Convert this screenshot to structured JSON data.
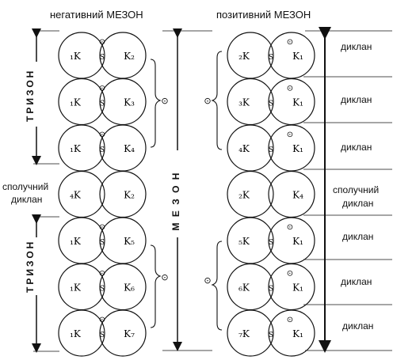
{
  "headers": {
    "negative": "негативний МЕЗОН",
    "positive": "позитивний МЕЗОН"
  },
  "vertical": {
    "trizon_top": "ТРИЗОН",
    "trizon_bottom": "ТРИЗОН",
    "mezon": "М Е З О Н"
  },
  "left_side": {
    "connect_1": "сполучний",
    "connect_2": "диклан"
  },
  "right_labels": [
    "диклан",
    "диклан",
    "диклан",
    "сполучний",
    "диклан",
    "диклан",
    "диклан",
    "диклан"
  ],
  "sign": "⊙",
  "shared_label": "S",
  "negative_column": [
    {
      "left": "₁K",
      "right": "K₂"
    },
    {
      "left": "₁K",
      "right": "K₃"
    },
    {
      "left": "₁K",
      "right": "K₄"
    },
    {
      "left": "₄K",
      "right": "K₂"
    },
    {
      "left": "₁K",
      "right": "K₅"
    },
    {
      "left": "₁K",
      "right": "K₆"
    },
    {
      "left": "₁K",
      "right": "K₇"
    }
  ],
  "positive_column": [
    {
      "left": "₂K",
      "right": "K₁"
    },
    {
      "left": "₃K",
      "right": "K₁"
    },
    {
      "left": "₄K",
      "right": "K₁"
    },
    {
      "left": "₂K",
      "right": "K₄"
    },
    {
      "left": "₅K",
      "right": "K₁"
    },
    {
      "left": "₆K",
      "right": "K₁"
    },
    {
      "left": "₇K",
      "right": "K₁"
    }
  ]
}
